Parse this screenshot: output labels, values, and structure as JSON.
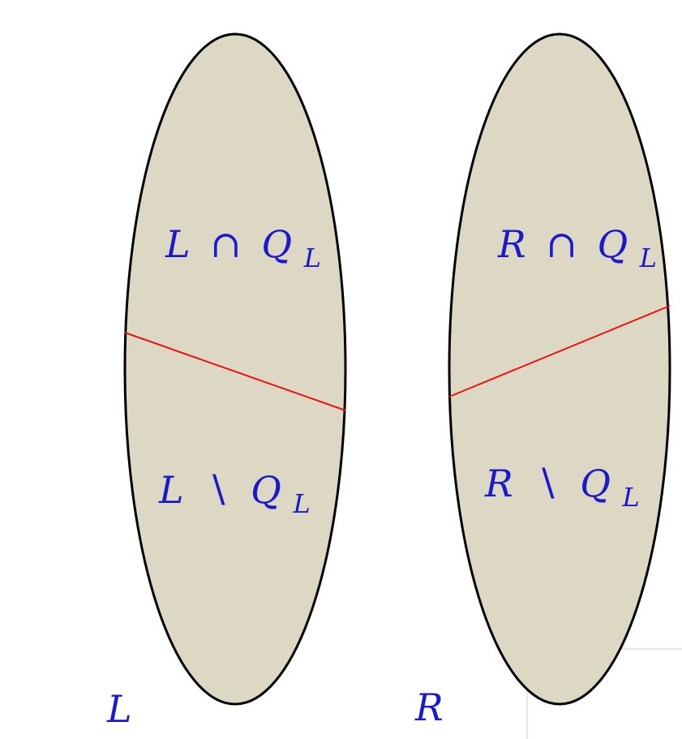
{
  "colors": {
    "ellipse_fill": "#dcd8c4",
    "ellipse_stroke": "#000000",
    "divider": "#ee1111",
    "label_text": "#1a1acc",
    "corner_box_border": "#e6e6e6"
  },
  "left_set": {
    "name": "L",
    "upper_region": {
      "set": "L",
      "op": "∩",
      "q": "Q",
      "q_sub": "L"
    },
    "lower_region": {
      "set": "L",
      "op": "∖",
      "q": "Q",
      "q_sub": "L"
    }
  },
  "right_set": {
    "name": "R",
    "upper_region": {
      "set": "R",
      "op": "∩",
      "q": "Q",
      "q_sub": "L"
    },
    "lower_region": {
      "set": "R",
      "op": "∖",
      "q": "Q",
      "q_sub": "L"
    }
  }
}
